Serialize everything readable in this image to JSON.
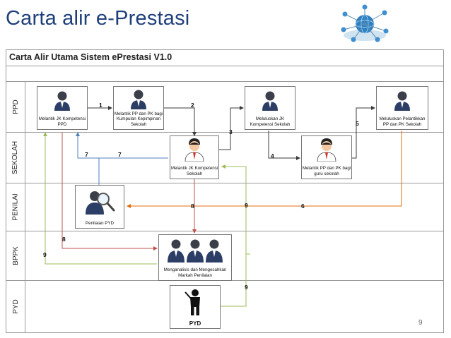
{
  "slide": {
    "title": "Carta alir e-Prestasi",
    "page_number": "9"
  },
  "diagram": {
    "title": "Carta Alir Utama Sistem ePrestasi V1.0",
    "lanes": [
      "PPD",
      "SEKOLAH",
      "PENILAI",
      "BPPK",
      "PYD"
    ],
    "nodes": {
      "melantik_jk_ppd": "Melantik JK Kompetensi PPD",
      "melantik_pp_pk_kumpulan": "Melantik PP dan PK bagi Kumpulan Kepimpinan Sekolah",
      "meluluskan_jk_sekolah": "Meluluskan JK Kompetensi Sekolah",
      "meluluskan_pelantikan": "Meluluskan Pelantikkan PP dan PK Sekolah",
      "melantik_jk_sekolah": "Melantik JK Kompetensi Sekolah",
      "melantik_pp_pk_guru": "Melantik PP dan PK bagi guru sekolah",
      "penilaian_pyd": "Penilaian PYD",
      "menganalisis": "Menganalisis dan Mengesahkan Markah Penilaian",
      "pyd": "PYD"
    },
    "step_labels": {
      "s1": "1",
      "s2": "2",
      "s3": "3",
      "s4": "4",
      "s5": "5",
      "s6": "6",
      "s7a": "7",
      "s7b": "7",
      "s8a": "8",
      "s8b": "8",
      "s9a": "9",
      "s9b": "9",
      "s9c": "9"
    },
    "colors": {
      "arrow_dark": "#3b3b3b",
      "arrow_red": "#c0504d",
      "arrow_orange": "#e46c0a",
      "arrow_olive": "#9bbb59",
      "arrow_blue": "#4f81bd",
      "title": "#1f3f7a"
    }
  }
}
